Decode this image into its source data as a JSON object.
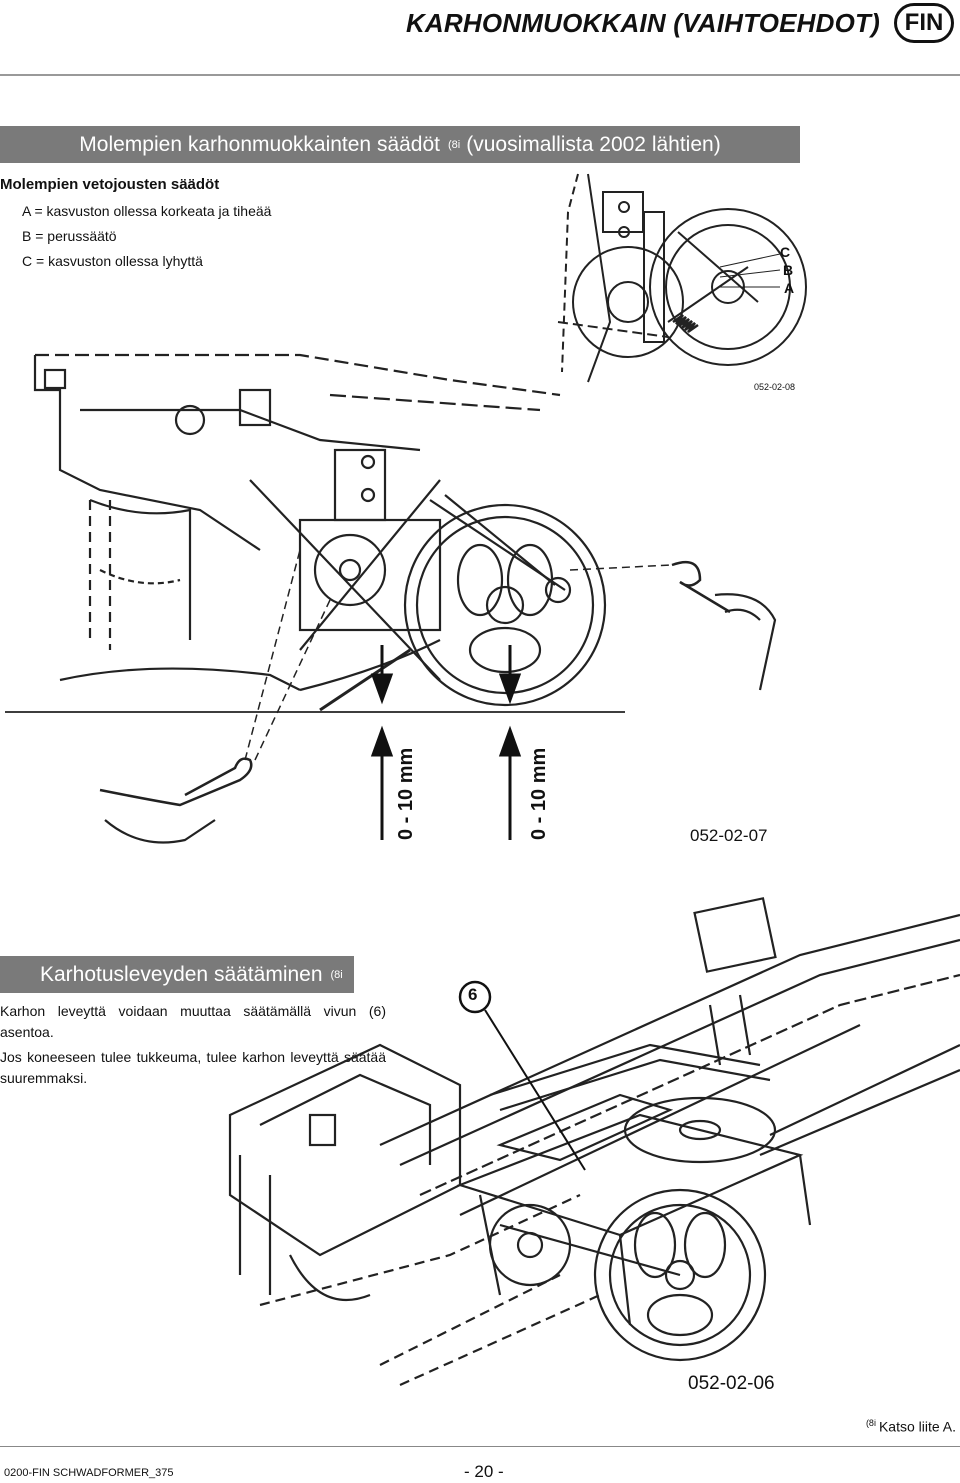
{
  "header": {
    "title": "KARHONMUOKKAIN (VAIHTOEHDOT)",
    "lang_badge": "FIN"
  },
  "section1": {
    "title": "Molempien karhonmuokkainten säädöt",
    "title_ref": "(8i",
    "title_suffix": "(vuosimallista 2002 lähtien)",
    "subheading": "Molempien vetojousten säädöt",
    "settings": [
      "A = kasvuston ollessa korkeata ja tiheää",
      "B = perussäätö",
      "C = kasvuston ollessa lyhyttä"
    ],
    "small_figure": {
      "labels": [
        "C",
        "B",
        "A"
      ],
      "code": "052-02-08"
    },
    "main_figure": {
      "dimension_left": "0 - 10 mm",
      "dimension_right": "0 - 10 mm",
      "code": "052-02-07"
    }
  },
  "section2": {
    "title": "Karhotusleveyden säätäminen",
    "title_ref": "(8i",
    "paragraph1": "Karhon leveyttä voidaan muuttaa säätämällä vivun (6) asentoa.",
    "paragraph2": "Jos koneeseen tulee tukkeuma, tulee karhon leveyttä säätää suuremmaksi.",
    "figure": {
      "callout": "6",
      "code": "052-02-06"
    }
  },
  "footer": {
    "note_ref": "(8i",
    "note": "Katso liite A.",
    "doc_code": "0200-FIN SCHWADFORMER_375",
    "page": "- 20 -"
  }
}
